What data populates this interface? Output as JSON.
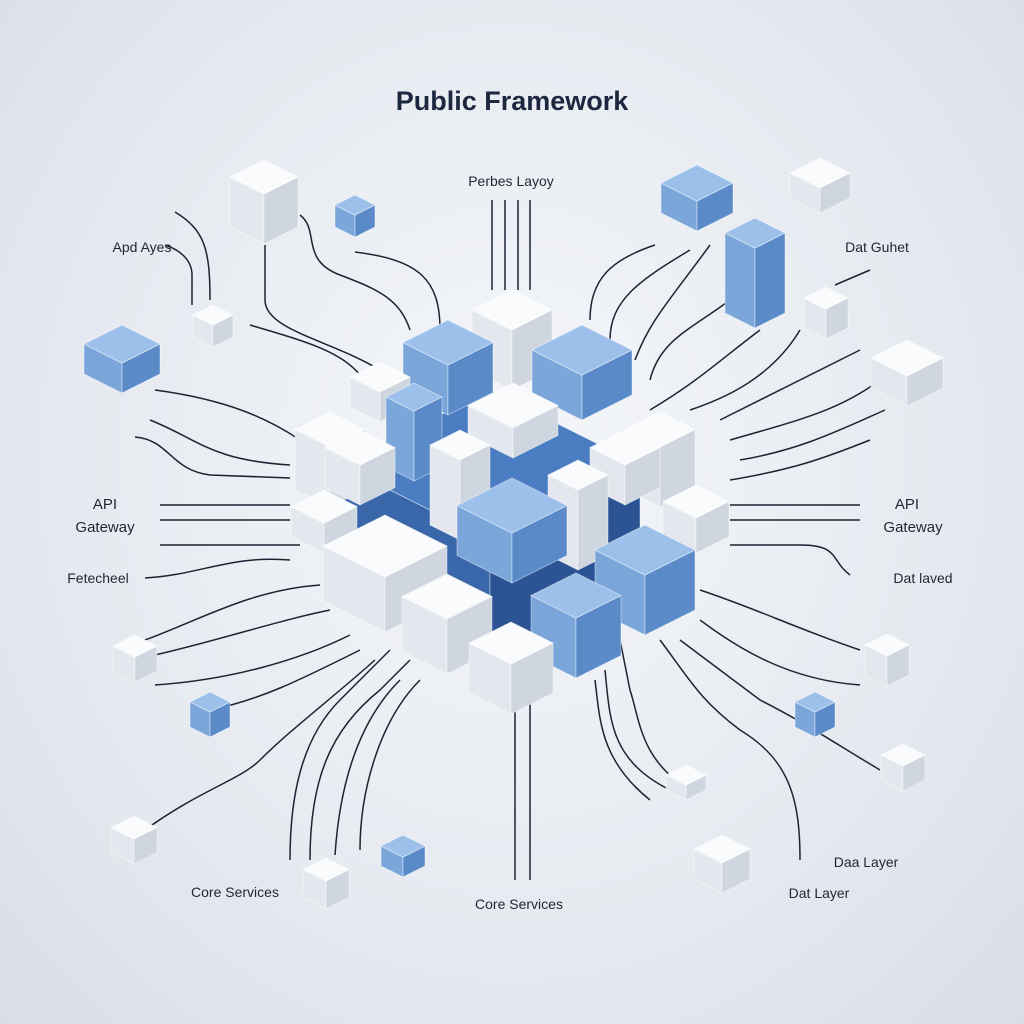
{
  "title": "Public Framework",
  "labels": {
    "top_center": "Perbes Layoy",
    "top_left": "Apd Ayes",
    "top_right": "Dat Guhet",
    "left_api": "API",
    "left_gateway": "Gateway",
    "right_api": "API",
    "right_gateway": "Gateway",
    "left_mid": "Fetecheel",
    "right_mid": "Dat laved",
    "bottom_left": "Core Services",
    "bottom_center": "Core Services",
    "bottom_right_1": "Daa Layer",
    "bottom_right_2": "Dat Layer"
  },
  "colors": {
    "blue": "#7aa9dc",
    "white": "#f6f7f9",
    "core_blue": "#3f6fb5",
    "line": "#1c2433"
  }
}
